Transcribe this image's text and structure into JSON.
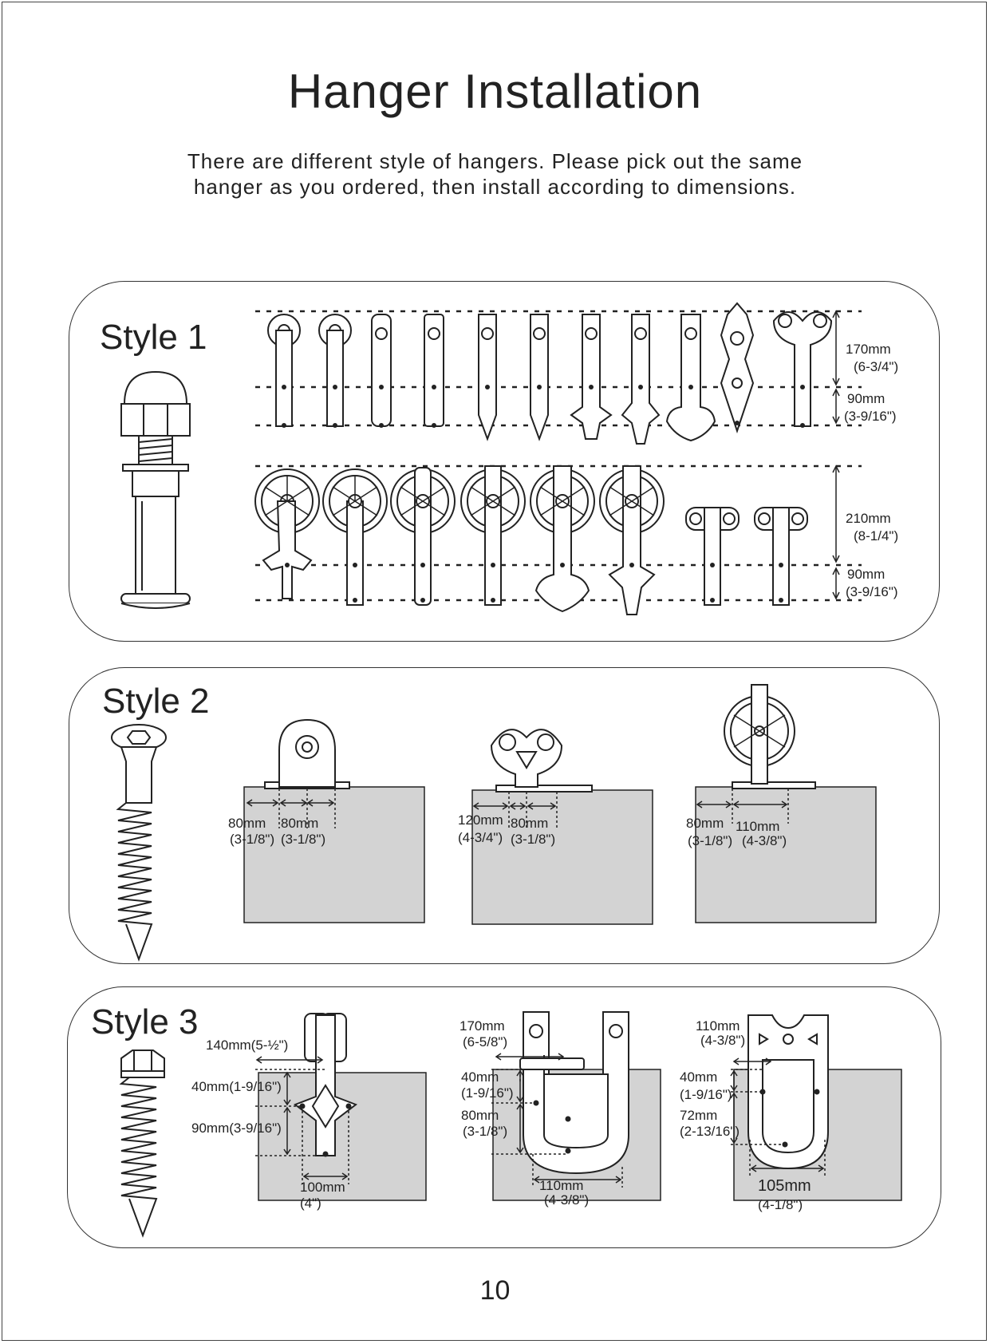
{
  "title": "Hanger Installation",
  "intro": [
    "There are different style of hangers. Please pick out the same",
    "hanger as you ordered, then install according to dimensions."
  ],
  "page_number": "10",
  "style1": {
    "label": "Style 1",
    "row1_dims": [
      {
        "mm": "170mm",
        "inch": "(6-3/4\")"
      },
      {
        "mm": "90mm",
        "inch": "(3-9/16\")"
      }
    ],
    "row2_dims": [
      {
        "mm": "210mm",
        "inch": "(8-1/4\")"
      },
      {
        "mm": "90mm",
        "inch": "(3-9/16\")"
      }
    ]
  },
  "style2": {
    "label": "Style 2",
    "diagrams": [
      {
        "a_mm": "80mm",
        "a_in": "(3-1/8\")",
        "b_mm": "80mm",
        "b_in": "(3-1/8\")"
      },
      {
        "a_mm": "120mm",
        "a_in": "(4-3/4\")",
        "b_mm": "80mm",
        "b_in": "(3-1/8\")"
      },
      {
        "a_mm": "80mm",
        "a_in": "(3-1/8\")",
        "b_mm": "110mm",
        "b_in": "(4-3/8\")"
      }
    ]
  },
  "style3": {
    "label": "Style 3",
    "diagram1": {
      "top": "140mm(5-½\")",
      "v1": "40mm(1-9/16\")",
      "v2": "90mm(3-9/16\")",
      "bottom_mm": "100mm",
      "bottom_in": "(4\")"
    },
    "diagram2": {
      "top_mm": "170mm",
      "top_in": "(6-5/8\")",
      "v1_mm": "40mm",
      "v1_in": "(1-9/16\")",
      "v2_mm": "80mm",
      "v2_in": "(3-1/8\")",
      "bottom_mm": "110mm",
      "bottom_in": "(4-3/8\")"
    },
    "diagram3": {
      "top_mm": "110mm",
      "top_in": "(4-3/8\")",
      "v1_mm": "40mm",
      "v1_in": "(1-9/16\")",
      "v2_mm": "72mm",
      "v2_in": "(2-13/16\")",
      "bottom_mm": "105mm",
      "bottom_in": "(4-1/8\")"
    }
  }
}
